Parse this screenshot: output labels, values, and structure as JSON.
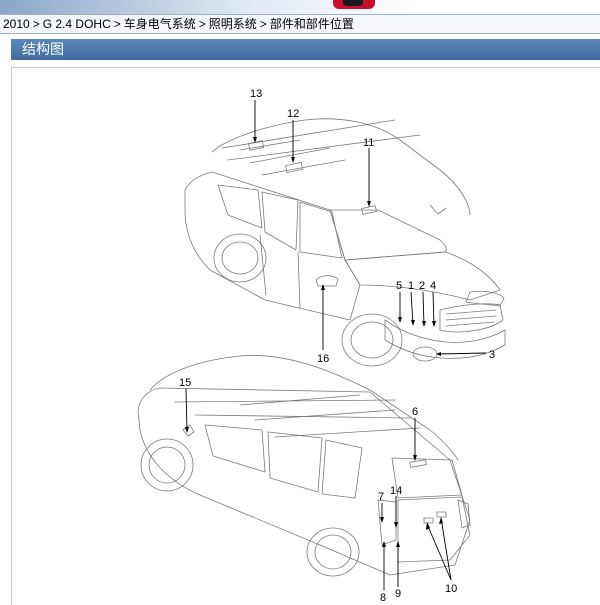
{
  "breadcrumb": {
    "items": [
      "2010",
      "G 2.4 DOHC",
      "车身电气系统",
      "照明系统",
      "部件和部件位置"
    ],
    "separator": ">"
  },
  "section": {
    "title": "结构图"
  },
  "callouts": [
    {
      "id": "c13",
      "label": "13"
    },
    {
      "id": "c12",
      "label": "12"
    },
    {
      "id": "c11",
      "label": "11"
    },
    {
      "id": "c5",
      "label": "5"
    },
    {
      "id": "c1",
      "label": "1"
    },
    {
      "id": "c2",
      "label": "2"
    },
    {
      "id": "c4",
      "label": "4"
    },
    {
      "id": "c3",
      "label": "3"
    },
    {
      "id": "c16",
      "label": "16"
    },
    {
      "id": "c15",
      "label": "15"
    },
    {
      "id": "c6",
      "label": "6"
    },
    {
      "id": "c7",
      "label": "7"
    },
    {
      "id": "c14",
      "label": "14"
    },
    {
      "id": "c10",
      "label": "10"
    },
    {
      "id": "c8",
      "label": "8"
    },
    {
      "id": "c9",
      "label": "9"
    }
  ],
  "colors": {
    "header": "#4a78aa",
    "line": "#7a7a7a",
    "ink": "#000000"
  }
}
